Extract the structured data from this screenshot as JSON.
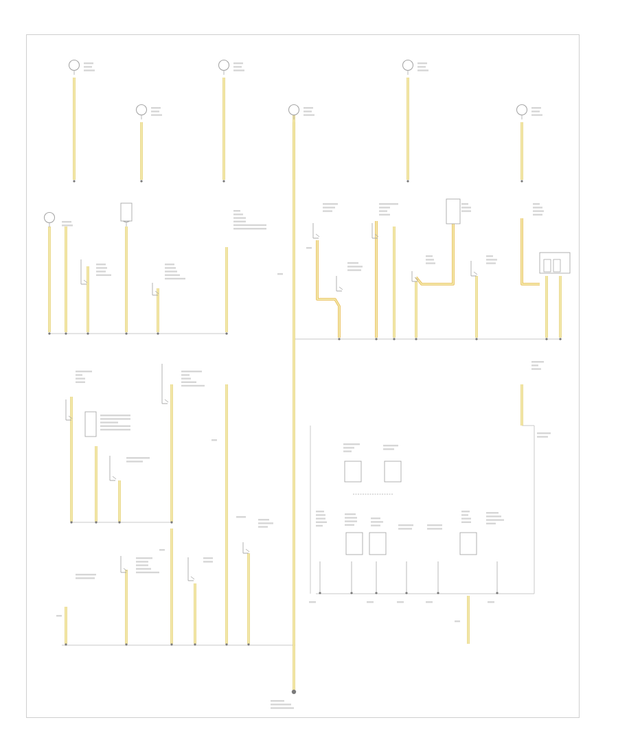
{
  "colors": {
    "wire_fill": "#f2e7a8",
    "wire_edge": "#e6d27a",
    "wire_orange": "#e8b84a",
    "ground_line": "#c9c9c9",
    "node": "#7a7a7a",
    "component": "#a8a8a8",
    "frame": "#cfcfcf"
  },
  "corner_code": "",
  "ground_point_label": "",
  "components": [
    {
      "id": "lamp-1",
      "type": "lamp",
      "label": ""
    },
    {
      "id": "lamp-2",
      "type": "lamp",
      "label": ""
    },
    {
      "id": "lamp-3",
      "type": "lamp",
      "label": ""
    },
    {
      "id": "lamp-4",
      "type": "lamp",
      "label": ""
    },
    {
      "id": "lamp-5",
      "type": "lamp",
      "label": ""
    },
    {
      "id": "lamp-6",
      "type": "lamp",
      "label": ""
    },
    {
      "id": "lamp-7",
      "type": "lamp",
      "label": ""
    },
    {
      "id": "lamp-8",
      "type": "lamp",
      "label": ""
    },
    {
      "id": "switch-1",
      "type": "switch",
      "label": ""
    },
    {
      "id": "switch-2",
      "type": "switch",
      "label": ""
    },
    {
      "id": "switch-3",
      "type": "switch",
      "label": ""
    },
    {
      "id": "switch-4",
      "type": "switch",
      "label": ""
    },
    {
      "id": "switch-5",
      "type": "switch",
      "label": ""
    },
    {
      "id": "switch-6",
      "type": "switch",
      "label": ""
    },
    {
      "id": "switch-7",
      "type": "switch",
      "label": ""
    },
    {
      "id": "switch-8",
      "type": "switch",
      "label": ""
    },
    {
      "id": "switch-9",
      "type": "switch",
      "label": ""
    },
    {
      "id": "switch-10",
      "type": "switch",
      "label": ""
    },
    {
      "id": "switch-11",
      "type": "switch",
      "label": ""
    },
    {
      "id": "switch-12",
      "type": "switch",
      "label": ""
    },
    {
      "id": "switch-13",
      "type": "switch",
      "label": ""
    },
    {
      "id": "switch-14",
      "type": "switch",
      "label": ""
    },
    {
      "id": "module-1",
      "type": "module",
      "label": ""
    },
    {
      "id": "module-2",
      "type": "module",
      "label": ""
    },
    {
      "id": "module-3",
      "type": "module",
      "label": ""
    },
    {
      "id": "module-4",
      "type": "module",
      "label": ""
    },
    {
      "id": "module-5",
      "type": "module",
      "label": ""
    },
    {
      "id": "module-6",
      "type": "module",
      "label": ""
    },
    {
      "id": "module-7",
      "type": "module",
      "label": ""
    },
    {
      "id": "module-8",
      "type": "module",
      "label": ""
    },
    {
      "id": "module-9",
      "type": "module",
      "label": ""
    }
  ]
}
